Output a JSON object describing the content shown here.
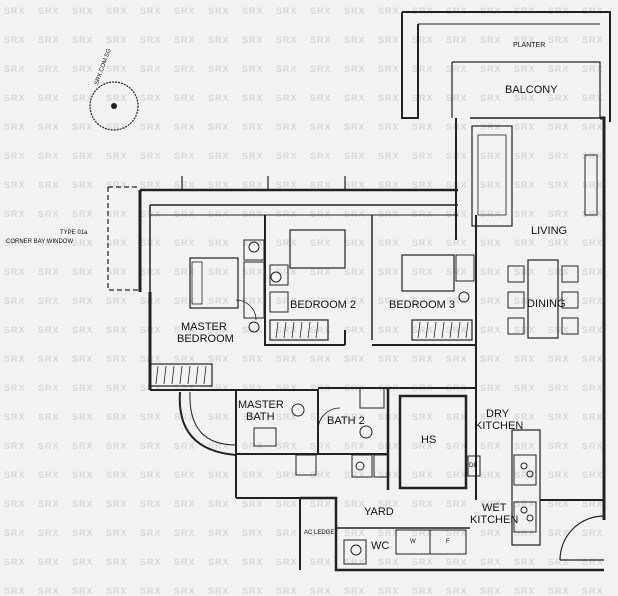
{
  "watermark": {
    "brand": "SRX",
    "seal_text": "srx.com.sg"
  },
  "plan": {
    "labels": {
      "planter": "PLANTER",
      "balcony": "BALCONY",
      "living": "LIVING",
      "dining": "DINING",
      "bedroom2": "BEDROOM 2",
      "bedroom3": "BEDROOM 3",
      "master_bedroom_1": "MASTER",
      "master_bedroom_2": "BEDROOM",
      "master_bath_1": "MASTER",
      "master_bath_2": "BATH",
      "bath2": "BATH 2",
      "hs": "HS",
      "dry_kitchen_1": "DRY",
      "dry_kitchen_2": "KITCHEN",
      "wet_kitchen_1": "WET",
      "wet_kitchen_2": "KITCHEN",
      "yard": "YARD",
      "wc": "WC",
      "ac_ledge": "AC LEDGE",
      "bay_window_1": "TYPE 01a",
      "bay_window_2": "CORNER BAY WINDOW",
      "db": "DB",
      "fridge": "F",
      "washer": "W"
    }
  }
}
